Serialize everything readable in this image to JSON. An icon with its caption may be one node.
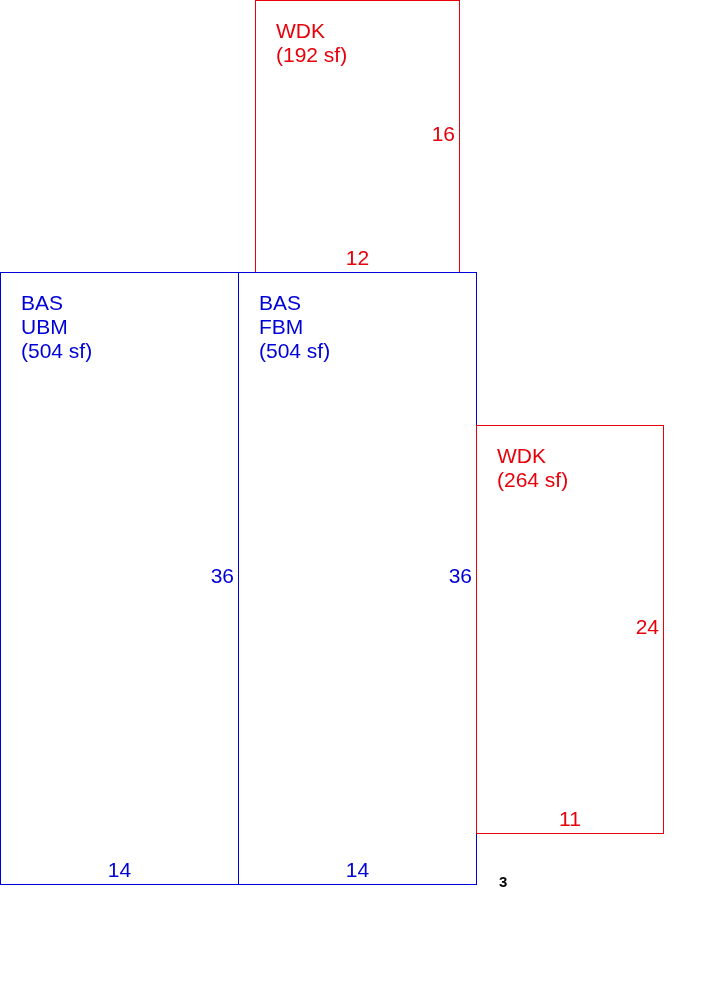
{
  "diagram": {
    "nodes": [
      {
        "text": [
          "WDK",
          "(192 sf)",
          "16",
          "12"
        ]
      },
      {
        "text": [
          "BAS",
          "UBM",
          "(504 sf)",
          "36",
          "14"
        ]
      },
      {
        "text": [
          "BAS",
          "FBM",
          "(504 sf)",
          "36",
          "14"
        ]
      },
      {
        "text": [
          "WDK",
          "(264 sf)",
          "24",
          "11"
        ]
      }
    ],
    "labels": [
      "3"
    ]
  }
}
